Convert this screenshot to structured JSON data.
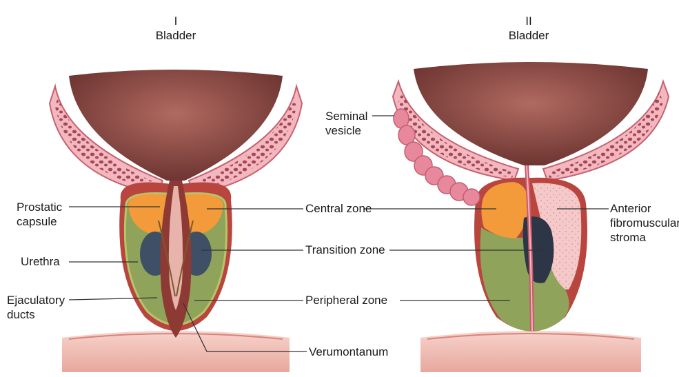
{
  "views": [
    {
      "numeral": "I",
      "title": "Bladder"
    },
    {
      "numeral": "II",
      "title": "Bladder"
    }
  ],
  "labels": {
    "prostatic_capsule": "Prostatic\ncapsule",
    "urethra": "Urethra",
    "ejaculatory_ducts": "Ejaculatory\nducts",
    "central_zone": "Central zone",
    "transition_zone": "Transition zone",
    "peripheral_zone": "Peripheral zone",
    "verumontanum": "Verumontanum",
    "seminal_vesicle": "Seminal\nvesicle",
    "anterior_fibromuscular_stroma": "Anterior\nfibromuscular\nstroma"
  },
  "colors": {
    "central_zone": "#f39a3a",
    "transition_zone": "#3f4f66",
    "peripheral_zone": "#8fa35a",
    "fibromuscular_stroma": "#f4c9c9",
    "bladder": "#8e4a45",
    "bladder_wall": "#f2b7bf",
    "capsule": "#b8453e"
  }
}
